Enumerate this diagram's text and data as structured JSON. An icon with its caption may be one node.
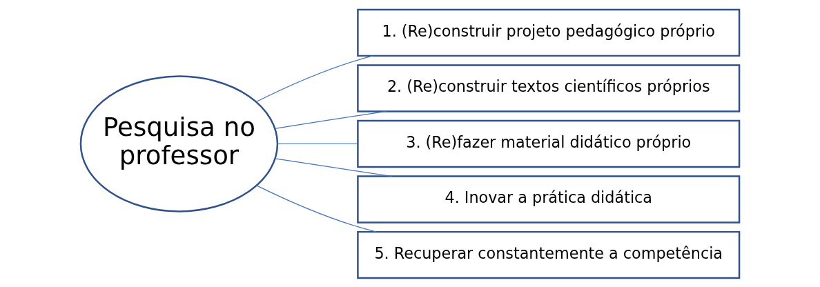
{
  "diagram": {
    "nodes": [
      {
        "text": [
          "Pesquisa no professor"
        ]
      },
      {
        "text": [
          "1. (Re)construir projeto pedagógico próprio"
        ]
      },
      {
        "text": [
          "2. (Re)construir textos científicos próprios"
        ]
      },
      {
        "text": [
          "3. (Re)fazer material didático próprio"
        ]
      },
      {
        "text": [
          "4. Inovar a prática didática"
        ]
      },
      {
        "text": [
          "5. Recuperar constantemente a competência"
        ]
      }
    ],
    "edges": [
      {
        "from": 0,
        "to": 1,
        "arrow": "none"
      },
      {
        "from": 0,
        "to": 2,
        "arrow": "none"
      },
      {
        "from": 0,
        "to": 3,
        "arrow": "none"
      },
      {
        "from": 0,
        "to": 4,
        "arrow": "none"
      },
      {
        "from": 0,
        "to": 5,
        "arrow": "none"
      }
    ]
  }
}
